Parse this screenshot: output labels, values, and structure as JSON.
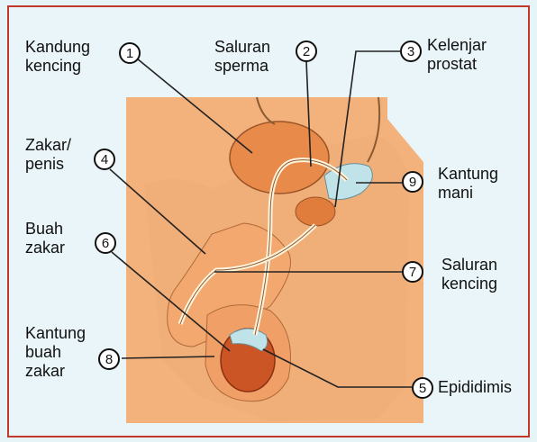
{
  "colors": {
    "background": "#e9f5f9",
    "border": "#c0392b",
    "skin": "#f0ae78",
    "organ": "#e07c3c",
    "testis": "#cc5526",
    "vesicle": "#bfe3e8",
    "line": "#222222"
  },
  "labels": [
    {
      "num": "1",
      "text": "Kandung\nkencing"
    },
    {
      "num": "2",
      "text": "Saluran\nsperma"
    },
    {
      "num": "3",
      "text": "Kelenjar\nprostat"
    },
    {
      "num": "4",
      "text": "Zakar/\npenis"
    },
    {
      "num": "5",
      "text": "Epididimis"
    },
    {
      "num": "6",
      "text": "Buah\nzakar"
    },
    {
      "num": "7",
      "text": "Saluran\nkencing"
    },
    {
      "num": "8",
      "text": "Kantung\nbuah\nzakar"
    },
    {
      "num": "9",
      "text": "Kantung\nmani"
    }
  ]
}
